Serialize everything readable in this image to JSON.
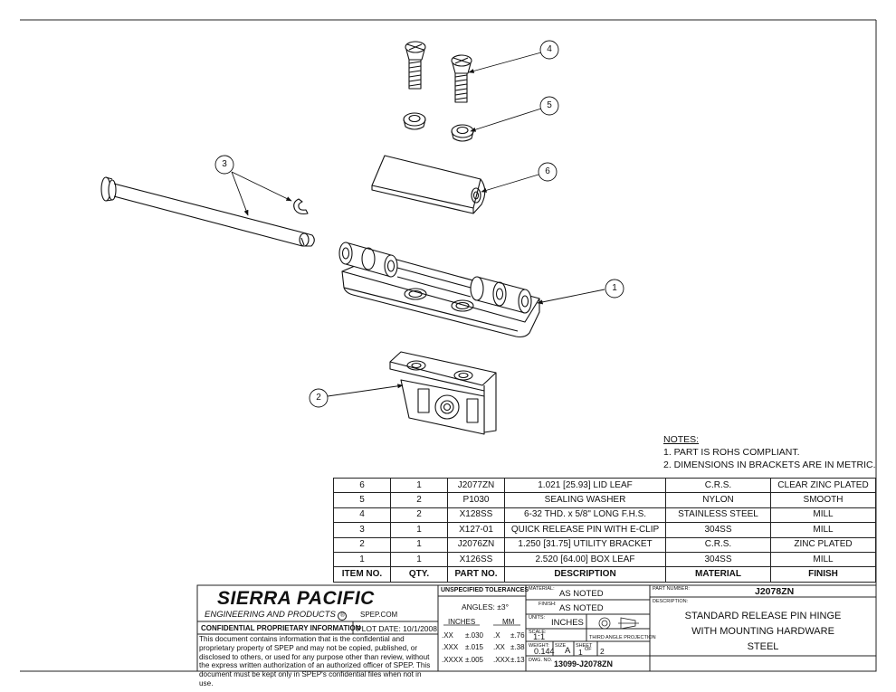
{
  "notes": {
    "heading": "NOTES:",
    "items": [
      "1.  PART IS ROHS COMPLIANT.",
      "2.  DIMENSIONS IN BRACKETS ARE IN METRIC."
    ]
  },
  "balloons": [
    "1",
    "2",
    "3",
    "4",
    "5",
    "6"
  ],
  "bom": {
    "headers": [
      "ITEM NO.",
      "QTY.",
      "PART NO.",
      "DESCRIPTION",
      "MATERIAL",
      "FINISH"
    ],
    "rows": [
      [
        "6",
        "1",
        "J2077ZN",
        "1.021 [25.93] LID LEAF",
        "C.R.S.",
        "CLEAR ZINC PLATED"
      ],
      [
        "5",
        "2",
        "P1030",
        "SEALING WASHER",
        "NYLON",
        "SMOOTH"
      ],
      [
        "4",
        "2",
        "X128SS",
        "6-32 THD. x 5/8\" LONG F.H.S.",
        "STAINLESS STEEL",
        "MILL"
      ],
      [
        "3",
        "1",
        "X127-01",
        "QUICK RELEASE PIN WITH E-CLIP",
        "304SS",
        "MILL"
      ],
      [
        "2",
        "1",
        "J2076ZN",
        "1.250 [31.75] UTILITY BRACKET",
        "C.R.S.",
        "ZINC PLATED"
      ],
      [
        "1",
        "1",
        "X126SS",
        "2.520 [64.00] BOX LEAF",
        "304SS",
        "MILL"
      ]
    ]
  },
  "title_block": {
    "company": "SIERRA PACIFIC",
    "company_sub": "ENGINEERING AND PRODUCTS",
    "registered": "®",
    "website": "SPEP.COM",
    "confidential": "CONFIDENTIAL PROPRIETARY INFORMATION",
    "plot_date": "PLOT DATE: 10/1/2008",
    "disclaimer": "This document contains information that is the confidential and proprietary property of SPEP and may not be copied, published, or disclosed to others, or used for any purpose  other than review, without the express written authorization of an authorized officer of SPEP. This document must be kept only in SPEP's confidential files when not in use.",
    "tolerances": {
      "heading": "UNSPECIFIED TOLERANCES",
      "angles": "ANGLES: ±3°",
      "inches_label": "INCHES",
      "mm_label": "MM",
      "rows": [
        [
          ".XX",
          "±.030",
          ".X",
          "±.76"
        ],
        [
          ".XXX",
          "±.015",
          ".XX",
          "±.38"
        ],
        [
          ".XXXX",
          "±.005",
          ".XXX",
          "±.13"
        ]
      ]
    },
    "material_label": "MATERIAL:",
    "material": "AS NOTED",
    "finish_label": "FINISH:",
    "finish": "AS NOTED",
    "units_label": "UNITS:",
    "units": "INCHES",
    "scale_label": "SCALE:",
    "scale": "1:1",
    "projection": "THIRD ANGLE PROJECTION",
    "weight_label": "WEIGHT:",
    "weight": "0.144",
    "size_label": "SIZE",
    "size": "A",
    "sheet_label": "SHEET",
    "sheet": "1",
    "of_label": "OF",
    "sheets": "2",
    "dwg_label": "DWG. NO.",
    "dwg_no": "13099-J2078ZN",
    "part_number_label": "PART NUMBER:",
    "part_number": "J2078ZN",
    "description_label": "DESCRIPTION:",
    "description_lines": [
      "STANDARD RELEASE PIN HINGE",
      "WITH MOUNTING HARDWARE",
      "STEEL"
    ]
  }
}
